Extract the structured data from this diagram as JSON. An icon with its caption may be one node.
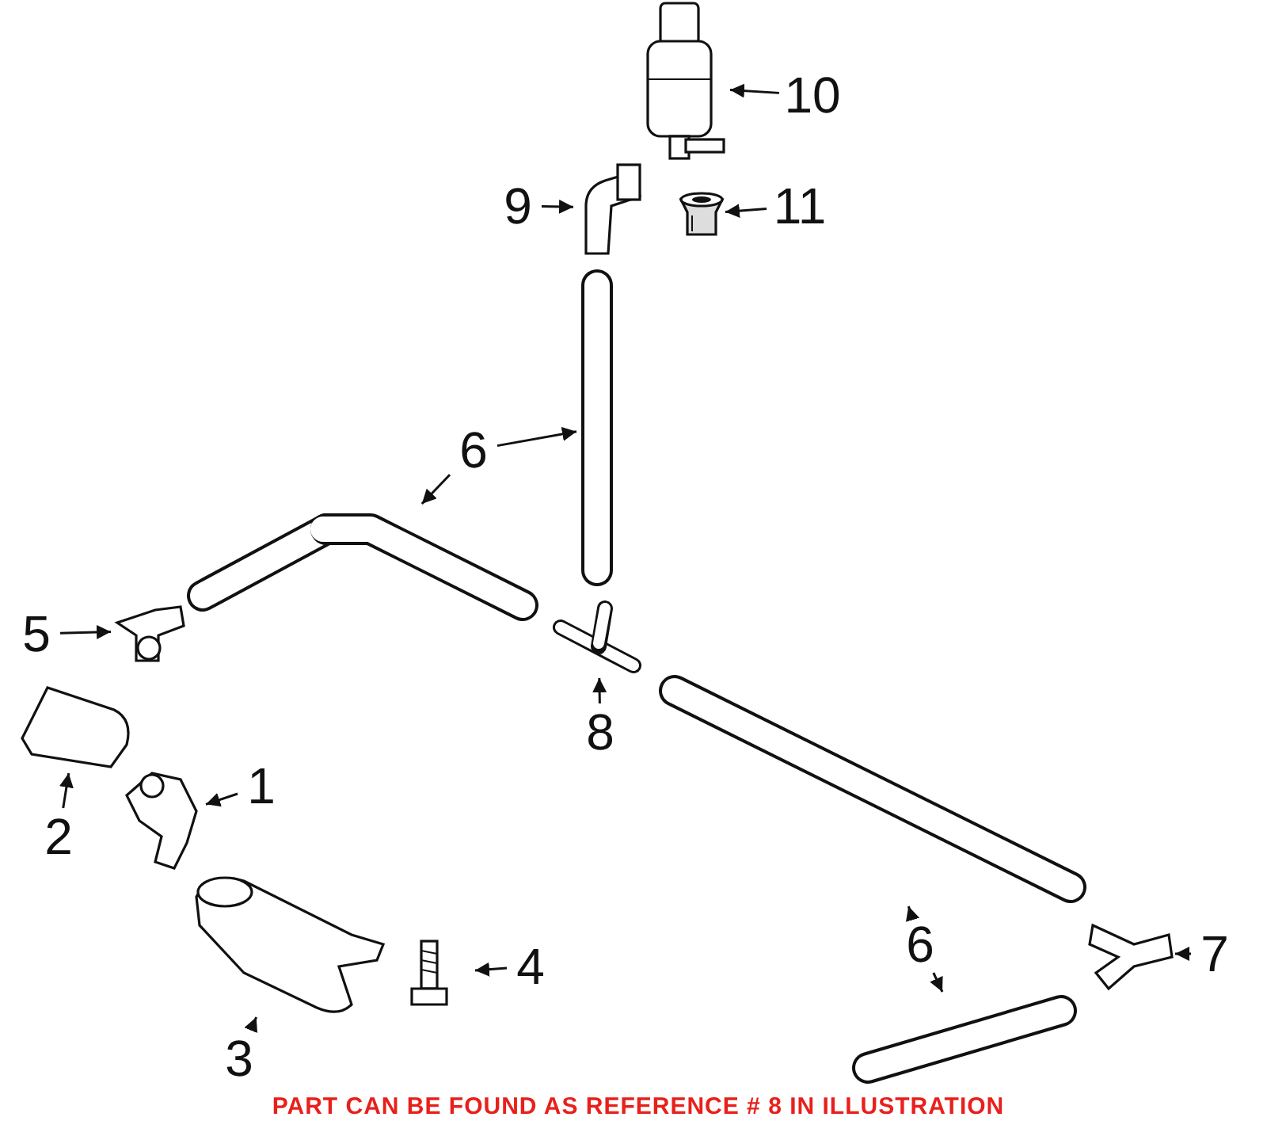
{
  "diagram": {
    "nodes": [
      {
        "text": [
          "10"
        ]
      },
      {
        "text": [],
        "shape": "picture"
      },
      {
        "text": [
          "9"
        ]
      },
      {
        "text": [],
        "shape": "picture"
      },
      {
        "text": [
          "11"
        ]
      },
      {
        "text": [],
        "shape": "picture"
      },
      {
        "text": [
          "6"
        ]
      },
      {
        "text": [],
        "shape": "picture"
      },
      {
        "text": [],
        "shape": "picture"
      },
      {
        "text": [
          "5"
        ]
      },
      {
        "text": [],
        "shape": "picture"
      },
      {
        "text": [
          "8"
        ]
      },
      {
        "text": [],
        "shape": "picture"
      },
      {
        "text": [],
        "shape": "picture"
      },
      {
        "text": [],
        "shape": "picture"
      },
      {
        "text": [
          "2"
        ]
      },
      {
        "text": [],
        "shape": "picture"
      },
      {
        "text": [
          "1"
        ]
      },
      {
        "text": [
          "4"
        ]
      },
      {
        "text": [],
        "shape": "picture"
      },
      {
        "text": [],
        "shape": "picture"
      },
      {
        "text": [
          "3"
        ]
      },
      {
        "text": [
          "6"
        ]
      },
      {
        "text": [],
        "shape": "picture"
      },
      {
        "text": [
          "7"
        ]
      },
      {
        "text": [],
        "shape": "picture"
      }
    ],
    "edges": [
      {
        "from": 0,
        "to": 1,
        "arrow": "to"
      },
      {
        "from": 2,
        "to": 3,
        "arrow": "to"
      },
      {
        "from": 4,
        "to": 5,
        "arrow": "to"
      },
      {
        "from": 6,
        "to": 7,
        "arrow": "to"
      },
      {
        "from": 6,
        "to": 8,
        "arrow": "to"
      },
      {
        "from": 9,
        "to": 10,
        "arrow": "to"
      },
      {
        "from": 11,
        "to": 12,
        "arrow": "to"
      },
      {
        "from": 15,
        "to": 14,
        "arrow": "to"
      },
      {
        "from": 17,
        "to": 16,
        "arrow": "to"
      },
      {
        "from": 18,
        "to": 19,
        "arrow": "to"
      },
      {
        "from": 21,
        "to": 20,
        "arrow": "to"
      },
      {
        "from": 22,
        "to": 13,
        "arrow": "to"
      },
      {
        "from": 22,
        "to": 23,
        "arrow": "to"
      },
      {
        "from": 24,
        "to": 25,
        "arrow": "to"
      }
    ],
    "labels": [
      "PART CAN BE FOUND AS REFERENCE # 8 IN ILLUSTRATION"
    ]
  }
}
